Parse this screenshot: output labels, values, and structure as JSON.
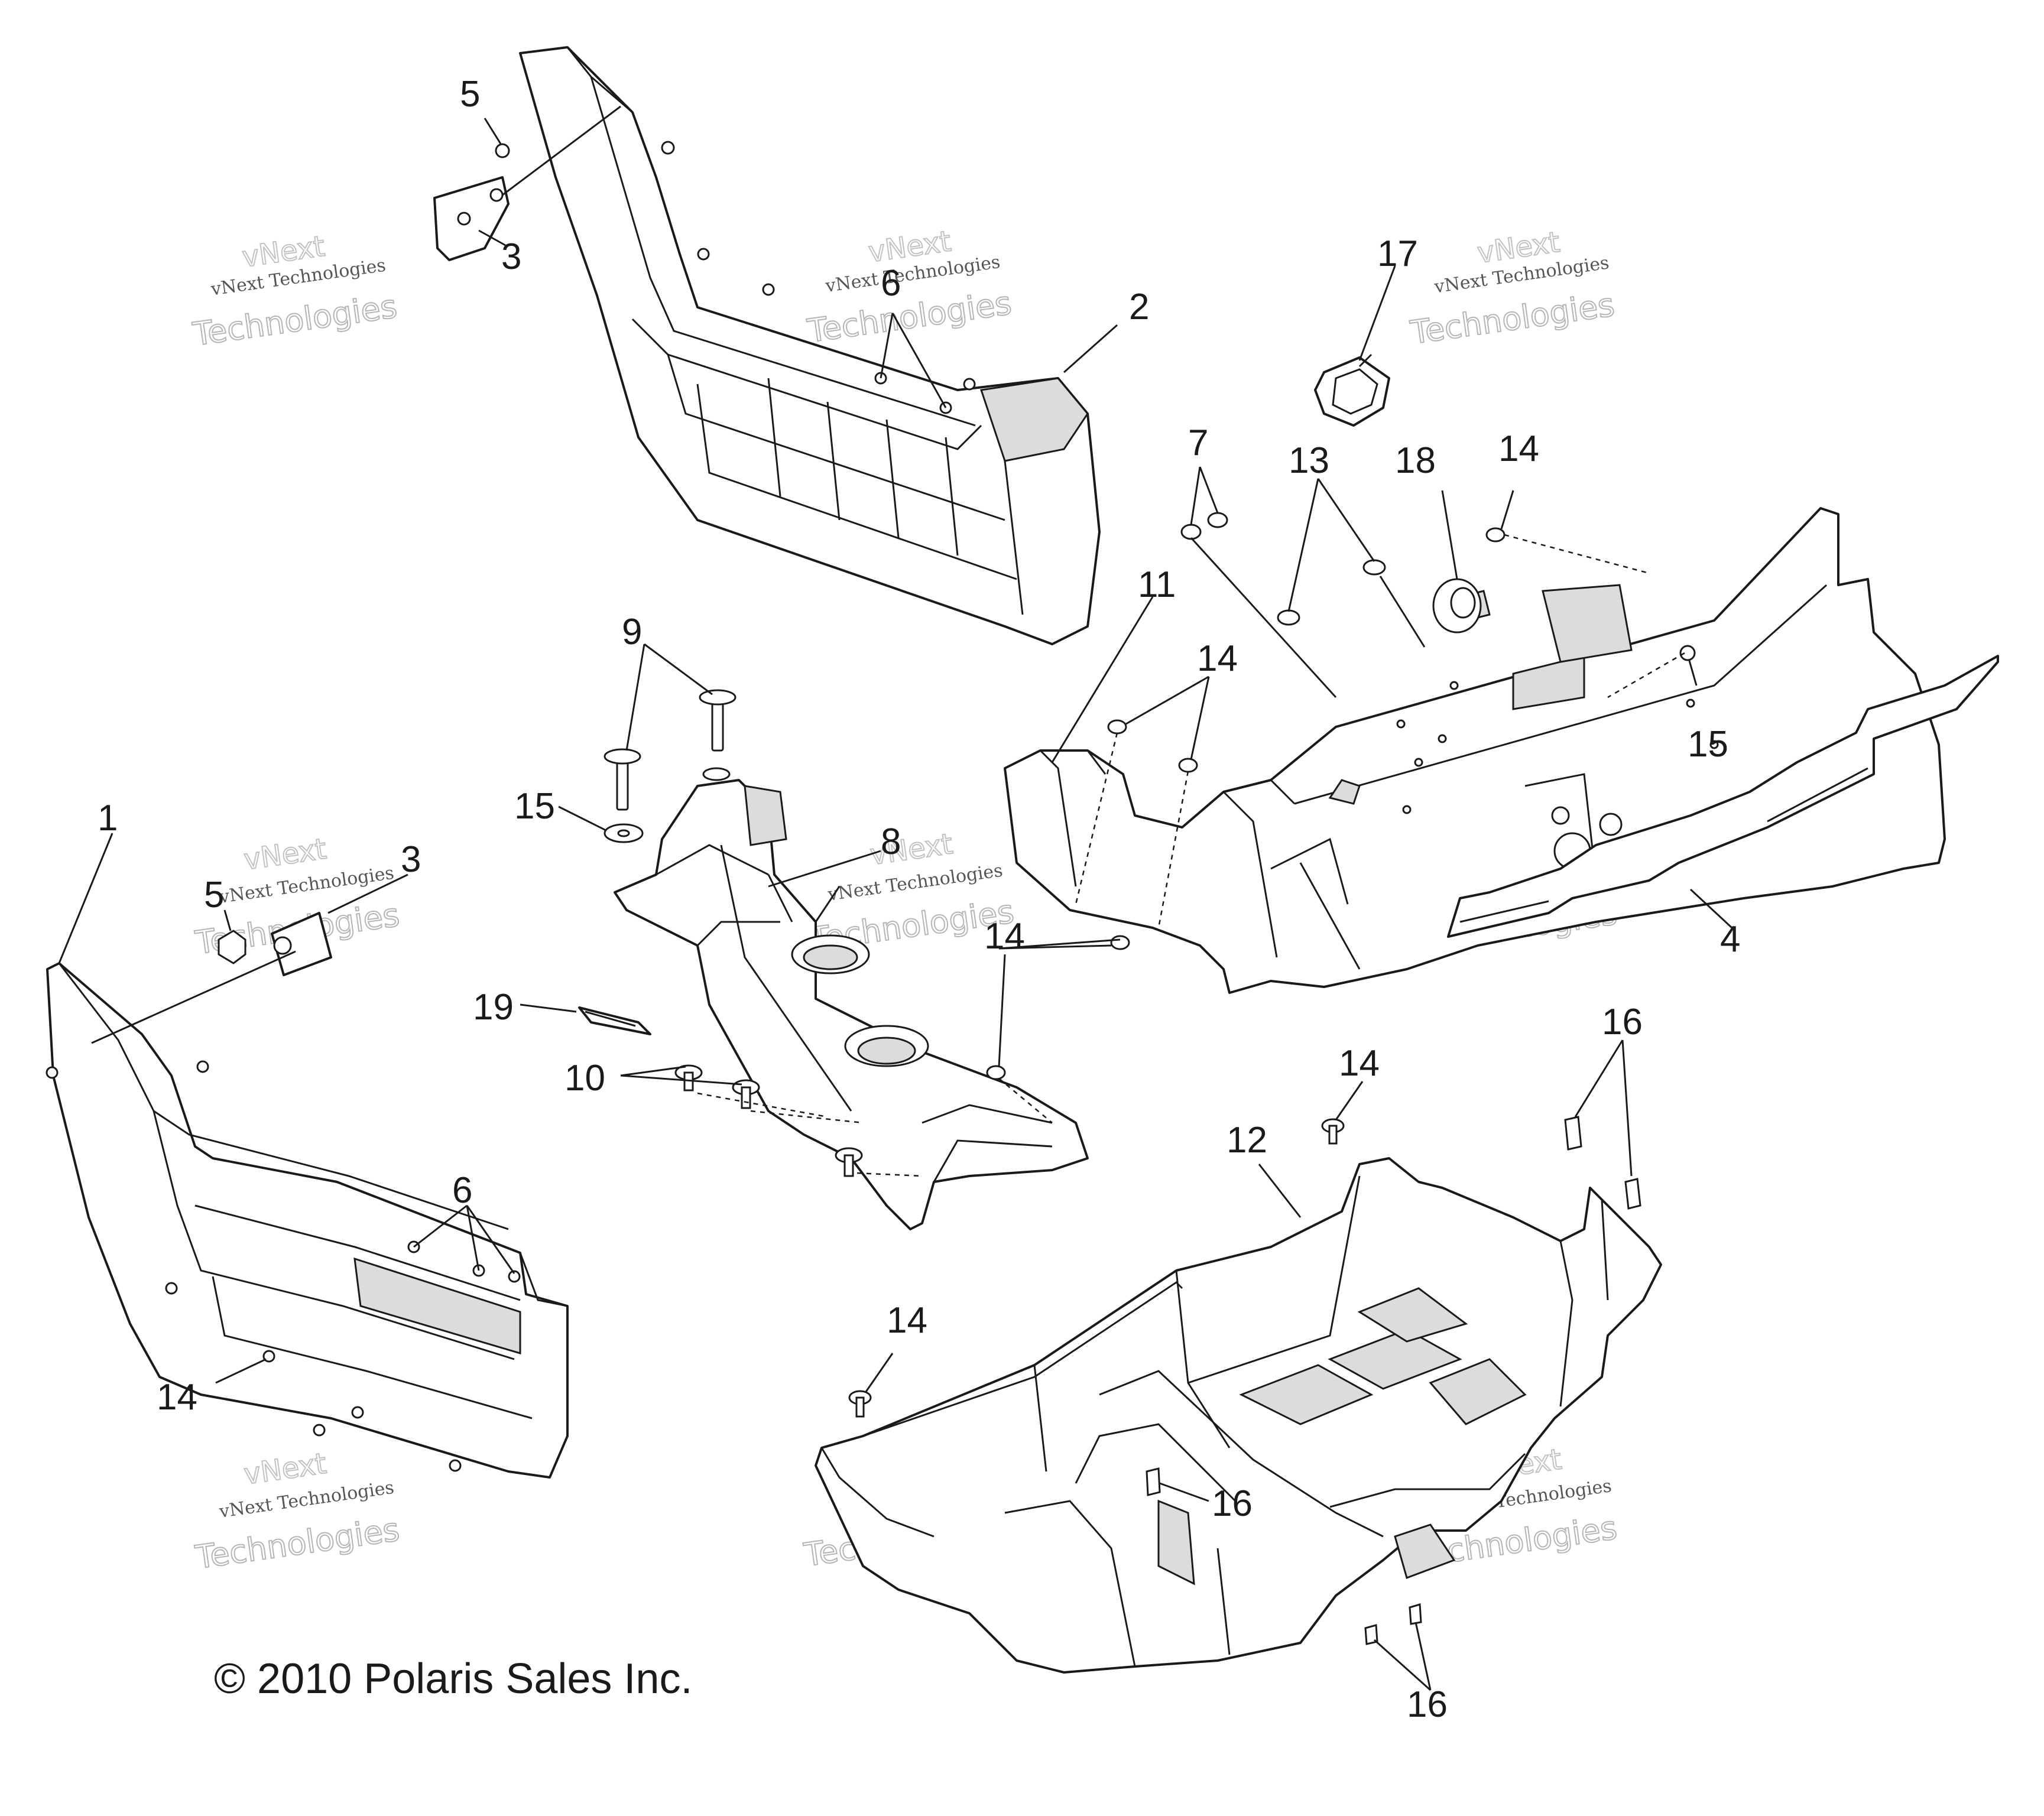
{
  "copyright": "© 2010 Polaris Sales Inc.",
  "watermark": {
    "line1": "vNext Technologies",
    "line2": "Technologies",
    "line3": "vNext"
  },
  "parts": {
    "part_1": "1",
    "part_2": "2",
    "part_3a": "3",
    "part_3b": "3",
    "part_4": "4",
    "part_5a": "5",
    "part_5b": "5",
    "part_6a": "6",
    "part_6b": "6",
    "part_7": "7",
    "part_8": "8",
    "part_9": "9",
    "part_10": "10",
    "part_11": "11",
    "part_12": "12",
    "part_13": "13",
    "part_14a": "14",
    "part_14b": "14",
    "part_14c": "14",
    "part_14d": "14",
    "part_14e": "14",
    "part_14f": "14",
    "part_15a": "15",
    "part_15b": "15",
    "part_16a": "16",
    "part_16b": "16",
    "part_16c": "16",
    "part_17": "17",
    "part_18": "18",
    "part_19": "19"
  }
}
